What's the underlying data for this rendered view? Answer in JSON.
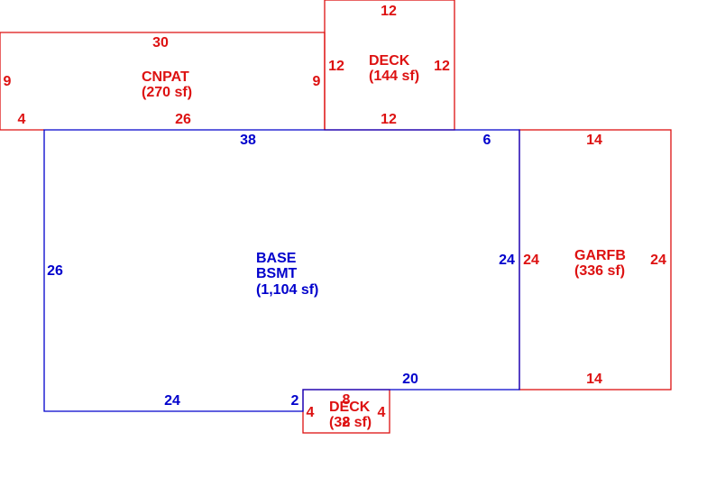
{
  "colors": {
    "main_area": "#0000cc",
    "other_area": "#dd1111",
    "background": "#ffffff"
  },
  "areas": {
    "cnpat": {
      "code": "CNPAT",
      "area": "(270 sf)",
      "dims": {
        "top": "30",
        "left": "9",
        "right": "9",
        "bottom_left": "4",
        "bottom": "26"
      }
    },
    "deck_top": {
      "code": "DECK",
      "area": "(144 sf)",
      "dims": {
        "top": "12",
        "left": "12",
        "right": "12",
        "bottom": "12"
      }
    },
    "base": {
      "code": "BASE",
      "subcode": "BSMT",
      "area": "(1,104 sf)",
      "dims": {
        "top": "38",
        "top_right": "6",
        "left": "26",
        "right": "24",
        "bottom_right": "20",
        "bottom_left": "24",
        "step": "2"
      }
    },
    "garfb": {
      "code": "GARFB",
      "area": "(336 sf)",
      "dims": {
        "top": "14",
        "left": "24",
        "right": "24",
        "bottom": "14"
      }
    },
    "deck_bottom": {
      "code": "DECK",
      "area": "(32 sf)",
      "dims": {
        "top": "8",
        "left": "4",
        "right": "4",
        "bottom": "8"
      }
    }
  }
}
